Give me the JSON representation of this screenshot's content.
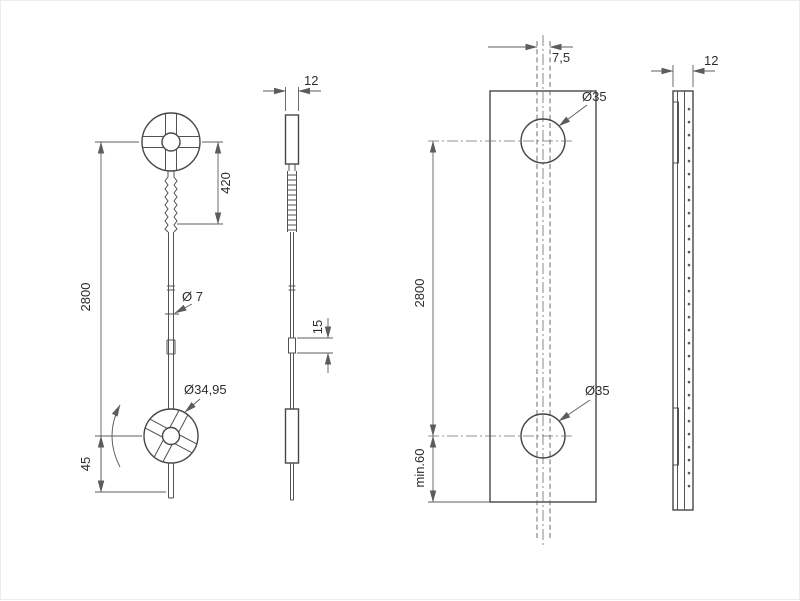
{
  "colors": {
    "background": "#ffffff",
    "line": "#474747",
    "dimension_line": "#5c5c5c",
    "text": "#2d2d2d"
  },
  "views": {
    "rod_front": {
      "dim_overall_length": "2800",
      "dim_upper_section": "420",
      "dim_rod_diameter": "Ø 7",
      "dim_plate_diameter": "Ø34,95",
      "dim_tip_offset": "45"
    },
    "rod_side": {
      "dim_width": "12",
      "dim_coupler_length": "15"
    },
    "plate_front": {
      "dim_slot_width": "7,5",
      "dim_hole_spacing": "2800",
      "dim_bottom_margin": "min.60",
      "dim_hole_diameter_top": "Ø35",
      "dim_hole_diameter_bottom": "Ø35"
    },
    "plate_side": {
      "dim_width": "12"
    }
  }
}
